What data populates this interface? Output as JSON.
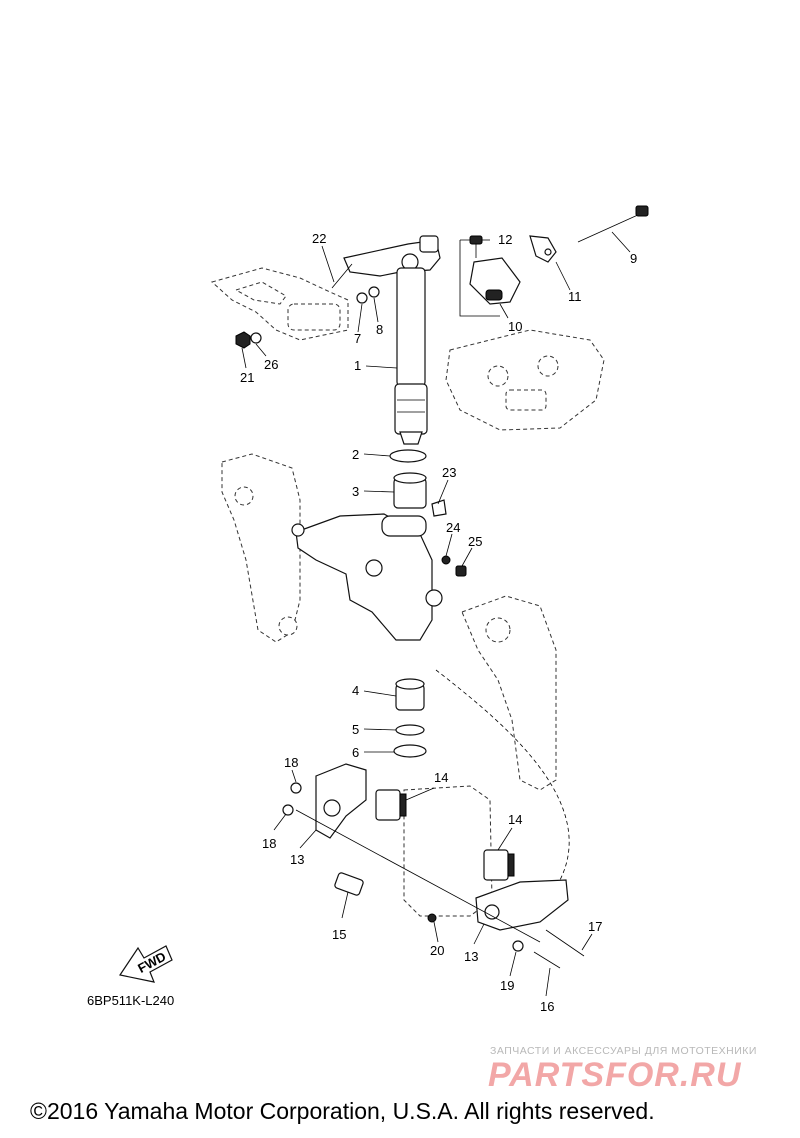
{
  "diagram": {
    "drawing_code": "6BP511K-L240",
    "fwd_label": "FWD",
    "callouts": [
      {
        "id": "22",
        "label": "22"
      },
      {
        "id": "12",
        "label": "12"
      },
      {
        "id": "9",
        "label": "9"
      },
      {
        "id": "11",
        "label": "11"
      },
      {
        "id": "10",
        "label": "10"
      },
      {
        "id": "7",
        "label": "7"
      },
      {
        "id": "8",
        "label": "8"
      },
      {
        "id": "21",
        "label": "21"
      },
      {
        "id": "26",
        "label": "26"
      },
      {
        "id": "1",
        "label": "1"
      },
      {
        "id": "2",
        "label": "2"
      },
      {
        "id": "23",
        "label": "23"
      },
      {
        "id": "3",
        "label": "3"
      },
      {
        "id": "24",
        "label": "24"
      },
      {
        "id": "25",
        "label": "25"
      },
      {
        "id": "4",
        "label": "4"
      },
      {
        "id": "5",
        "label": "5"
      },
      {
        "id": "6",
        "label": "6"
      },
      {
        "id": "18a",
        "label": "18"
      },
      {
        "id": "14a",
        "label": "14"
      },
      {
        "id": "14b",
        "label": "14"
      },
      {
        "id": "18b",
        "label": "18"
      },
      {
        "id": "13a",
        "label": "13"
      },
      {
        "id": "15",
        "label": "15"
      },
      {
        "id": "20",
        "label": "20"
      },
      {
        "id": "13b",
        "label": "13"
      },
      {
        "id": "17",
        "label": "17"
      },
      {
        "id": "19",
        "label": "19"
      },
      {
        "id": "16",
        "label": "16"
      }
    ]
  },
  "watermark": {
    "tagline": "ЗАПЧАСТИ И АКСЕССУАРЫ ДЛЯ МОТОТЕХНИКИ",
    "logo": "PARTSFOR.RU"
  },
  "footer": {
    "copyright": "©2016 Yamaha Motor Corporation, U.S.A. All rights reserved."
  }
}
